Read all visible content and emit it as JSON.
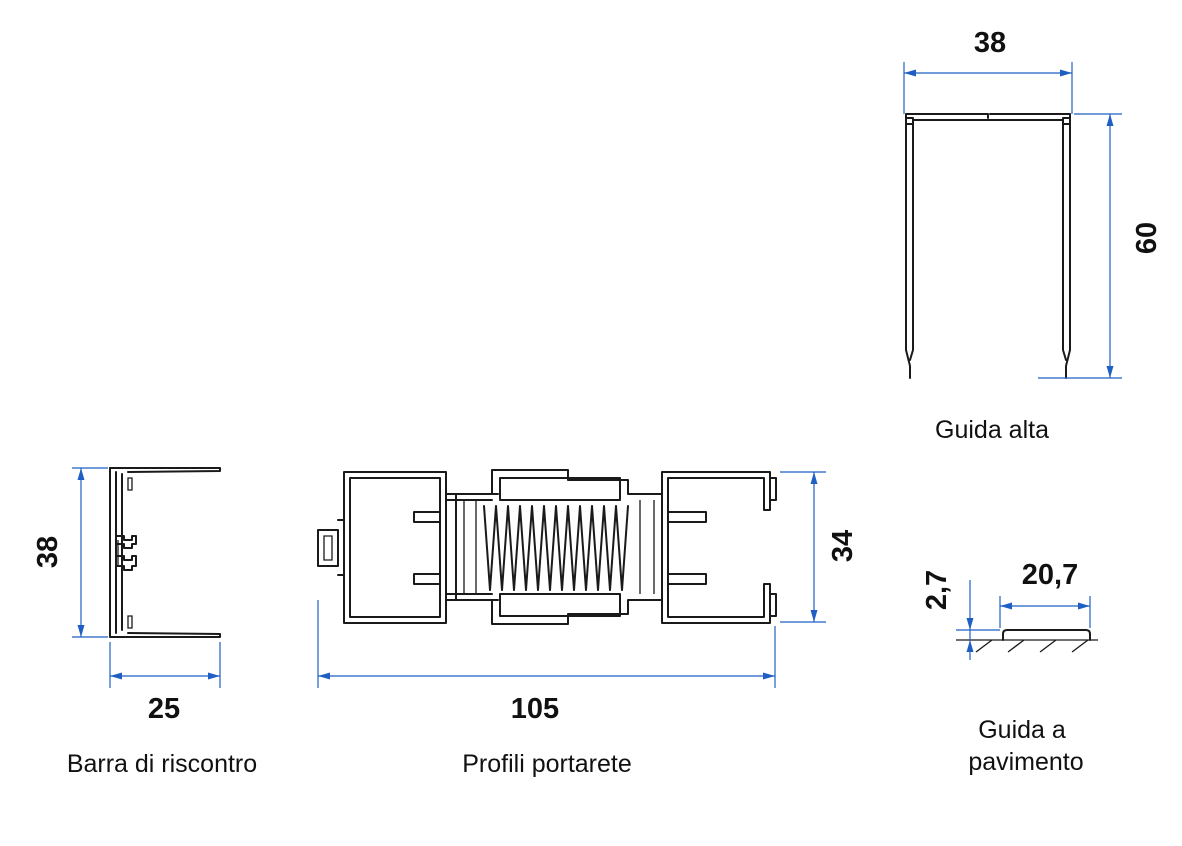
{
  "guida_alta": {
    "caption": "Guida alta",
    "width": "38",
    "height": "60"
  },
  "barra_di_riscontro": {
    "caption": "Barra di riscontro",
    "height": "38",
    "width": "25"
  },
  "profili_portarete": {
    "caption": "Profili portarete",
    "width": "105",
    "height": "34"
  },
  "guida_a_pavimento": {
    "caption_line1": "Guida a",
    "caption_line2": "pavimento",
    "height": "2,7",
    "width": "20,7"
  },
  "colors": {
    "dimension_lines": "#1f5fc4",
    "profile_lines": "#1a1a1a"
  }
}
